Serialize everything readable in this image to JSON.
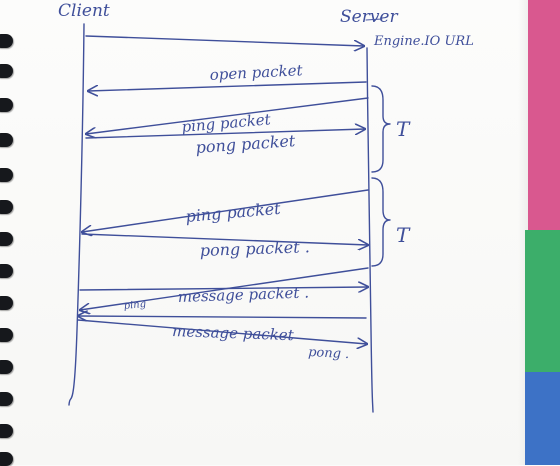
{
  "diagram": {
    "participants": {
      "client": "Client",
      "server": "Server",
      "server_url": "Engine.IO URL"
    },
    "messages": [
      {
        "label": "open packet"
      },
      {
        "label": "ping packet"
      },
      {
        "label": "pong packet"
      },
      {
        "label": "ping packet"
      },
      {
        "label": "pong packet ."
      },
      {
        "label": "message packet ."
      },
      {
        "label": "message packet"
      }
    ],
    "side_notes": {
      "ping_small": "ping",
      "pong_small": "pong ."
    },
    "intervals": [
      {
        "label": "T"
      },
      {
        "label": "T"
      }
    ]
  },
  "tabs": {
    "colors": [
      "#d9588f",
      "#3cae6a",
      "#3d72c6"
    ]
  },
  "ink_color": "#3f4f9a"
}
